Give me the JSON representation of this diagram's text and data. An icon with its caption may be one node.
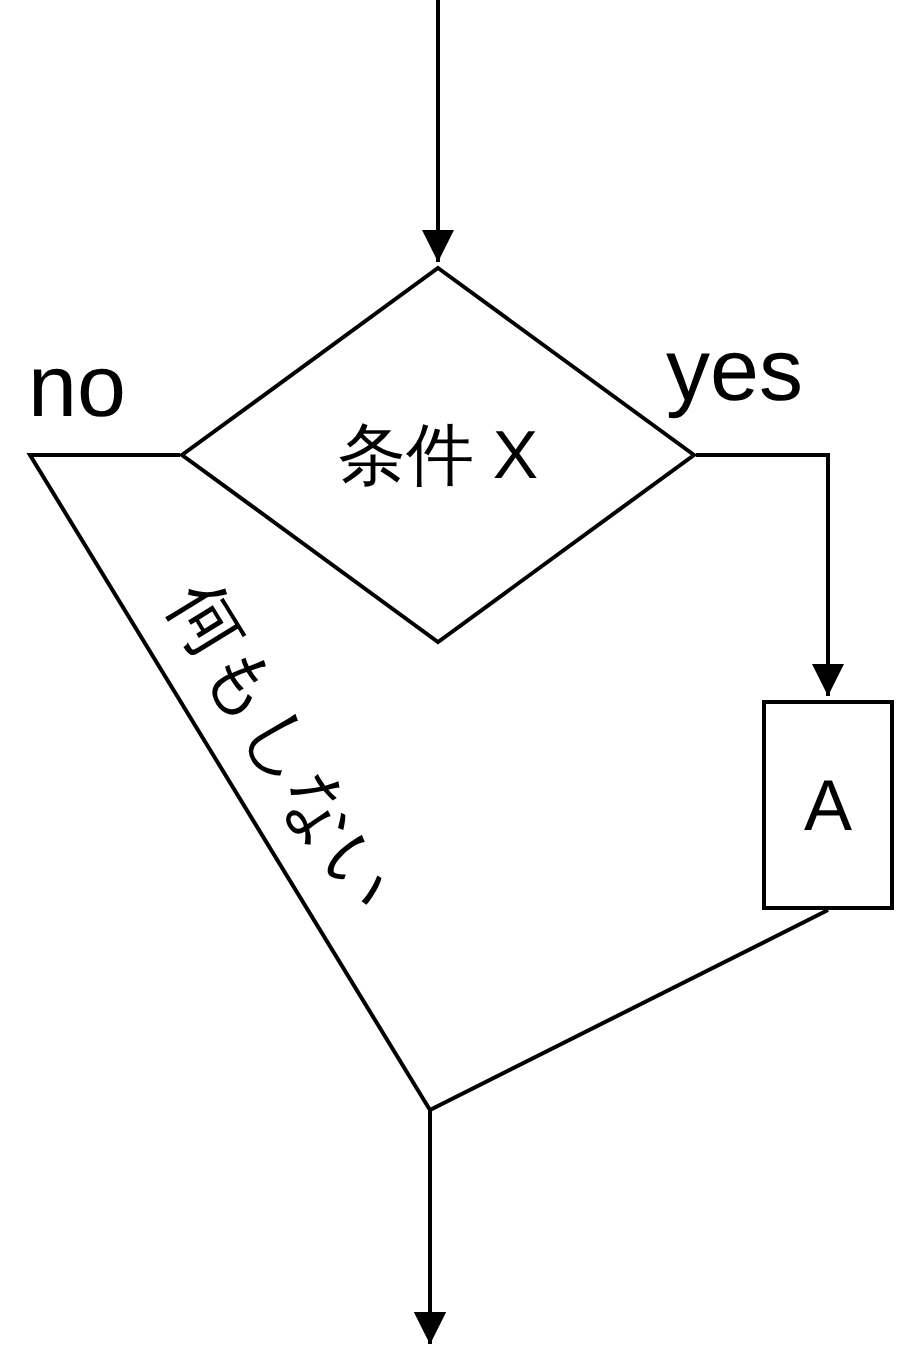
{
  "diagram": {
    "nodes": [
      {
        "text": [
          "条件 X"
        ]
      },
      {
        "text": [
          "A"
        ]
      }
    ],
    "edges": [
      {
        "from": null,
        "to": 0,
        "arrow": "to"
      },
      {
        "from": 0,
        "to": 1,
        "arrow": "to",
        "label": "yes"
      },
      {
        "from": 0,
        "to": null,
        "arrow": "to",
        "label": "no"
      },
      {
        "from": 1,
        "to": null,
        "arrow": "to"
      }
    ],
    "labels": [
      "何もしない"
    ]
  }
}
